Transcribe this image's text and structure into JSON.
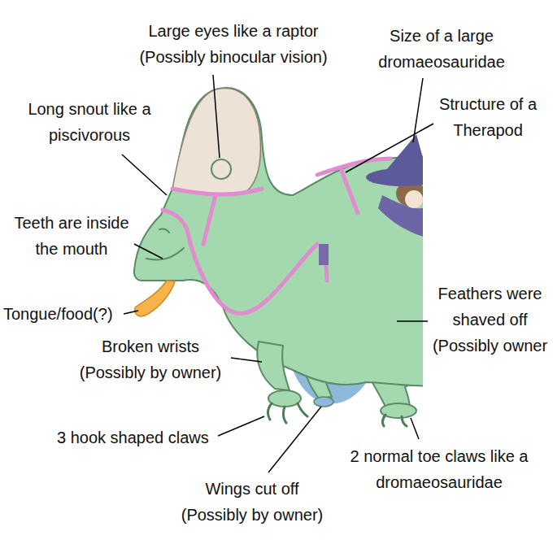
{
  "diagram": {
    "labels": [
      "Large eyes like a raptor (Possibly binocular vision)",
      "Size of a large dromaeosauridae",
      "Long snout like a piscivorous",
      "Structure of a Therapod",
      "Teeth are inside the mouth",
      "Tongue/food(?)",
      "Feathers were shaved off (Possibly owner",
      "Broken wrists (Possibly by owner)",
      "3 hook shaped claws",
      "2 normal toe claws like a dromaeosauridae",
      "Wings cut off (Possibly by owner)"
    ]
  }
}
